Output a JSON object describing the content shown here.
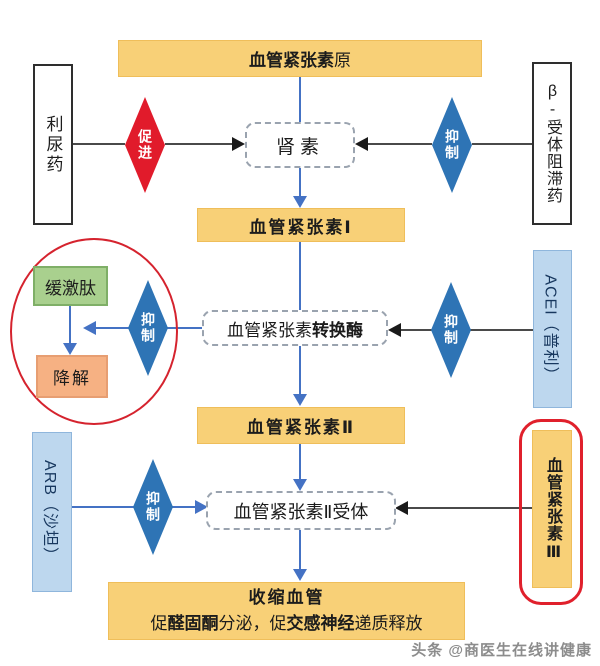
{
  "labels": {
    "promote": "促进",
    "inhibit": "抑制"
  },
  "nodes": {
    "angiotensinogen": {
      "bold": "血管紧张素",
      "rest": "原"
    },
    "diuretic": {
      "label": "利尿药"
    },
    "beta_blocker": {
      "label": "β-受体阻滞药"
    },
    "renin": {
      "label": "肾素"
    },
    "angiotensin1": {
      "label": "血管紧张素Ⅰ"
    },
    "bradykinin": {
      "label": "缓激肽"
    },
    "degradation": {
      "label": "降解"
    },
    "ace": {
      "plain": "血管紧张素",
      "bold": "转换酶"
    },
    "acei": {
      "label": "ACEI（普利）"
    },
    "angiotensin2": {
      "label": "血管紧张素Ⅱ"
    },
    "arb": {
      "label": "ARB（沙坦）"
    },
    "angiotensin2_receptor": {
      "label": "血管紧张素Ⅱ受体"
    },
    "angiotensin3": {
      "label": "血管紧张素Ⅲ"
    },
    "effects": {
      "line1": "收缩血管",
      "p1": "促",
      "b1": "醛固酮",
      "p2": "分泌，促",
      "b2": "交感神经",
      "p3": "递质释放"
    }
  },
  "watermark": "头条 @商医生在线讲健康",
  "colors": {
    "node_yellow": "#F8D077",
    "drug_blue": "#BDD7EE",
    "diamond_blue": "#2E74B5",
    "diamond_red": "#E11B2B",
    "green": "#A9D08E",
    "salmon": "#F6B183",
    "highlight_red": "#D5232E",
    "arrow_blue": "#4472C4"
  }
}
